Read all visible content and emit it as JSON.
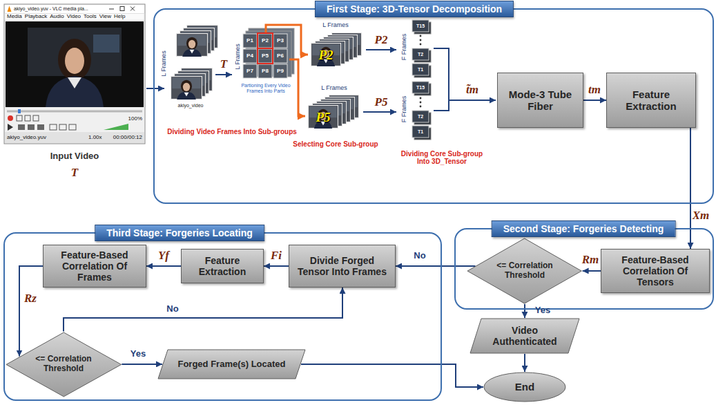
{
  "diagram": {
    "nodes": [
      {
        "text": [
          "First Stage: 3D-Tensor Decomposition"
        ]
      },
      {
        "text": [
          "Mode-3 Tube Fiber"
        ],
        "in": 0
      },
      {
        "text": [
          "Feature Extraction"
        ],
        "in": 0
      },
      {
        "text": [
          "Second Stage: Forgeries Detecting"
        ]
      },
      {
        "text": [
          "<= Correlation Threshold"
        ],
        "in": 3
      },
      {
        "text": [
          "Feature-Based Correlation Of Tensors"
        ],
        "in": 3
      },
      {
        "text": [
          "Video Authenticated"
        ]
      },
      {
        "text": [
          "Third Stage: Forgeries Locating"
        ]
      },
      {
        "text": [
          "Feature-Based Correlation Of Frames"
        ],
        "in": 7
      },
      {
        "text": [
          "Feature Extraction"
        ],
        "in": 7
      },
      {
        "text": [
          "Divide Forged Tensor Into Frames"
        ],
        "in": 7
      },
      {
        "text": [
          "<= Correlation Threshold"
        ],
        "in": 7
      },
      {
        "text": [
          "Forged Frame(s) Located"
        ],
        "in": 7
      },
      {
        "text": [
          "End"
        ]
      }
    ],
    "edges": [
      {
        "from": 1,
        "to": 2,
        "label": "tm",
        "arrow": "to"
      },
      {
        "from": 2,
        "to": 5,
        "label": "Xm",
        "arrow": "to"
      },
      {
        "from": 5,
        "to": 4,
        "label": "Rm",
        "arrow": "to"
      },
      {
        "from": 4,
        "to": 10,
        "label": "No",
        "arrow": "to"
      },
      {
        "from": 4,
        "to": 6,
        "label": "Yes",
        "arrow": "to"
      },
      {
        "from": 6,
        "to": 13,
        "arrow": "to"
      },
      {
        "from": 10,
        "to": 9,
        "label": "Fi",
        "arrow": "to"
      },
      {
        "from": 9,
        "to": 8,
        "label": "Yf",
        "arrow": "to"
      },
      {
        "from": 8,
        "to": 11,
        "label": "Rz",
        "arrow": "to"
      },
      {
        "from": 11,
        "to": 10,
        "label": "No",
        "arrow": "to"
      },
      {
        "from": 11,
        "to": 12,
        "label": "Yes",
        "arrow": "to"
      },
      {
        "from": 12,
        "to": 13,
        "arrow": "to"
      }
    ],
    "labels": [
      "akiyo_video.yuv - VLC media pla...",
      "Media",
      "Playback",
      "Audio",
      "Video",
      "Tools",
      "View",
      "Help",
      "100%",
      "akiyo_video.yuv",
      "1.00x",
      "00:00/00:12",
      "Input Video",
      "T",
      "L Frames",
      "akiyo_video",
      "T",
      "L Frames",
      "P1",
      "P2",
      "P3",
      "P4",
      "P5",
      "P6",
      "P7",
      "P8",
      "P9",
      "Partioning Every Video Frames Into Parts",
      "Dividing Video Frames Into Sub-groups",
      "L Frames",
      "P2",
      "L Frames",
      "P5",
      "Selecting Core Sub-group",
      "P2",
      "P5",
      "F Frames",
      "T15",
      "T2",
      "T1",
      "F Frames",
      "T15",
      "T2",
      "T1",
      "Dividing Core Sub-group Into 3D_Tensor",
      "t̃m"
    ]
  }
}
